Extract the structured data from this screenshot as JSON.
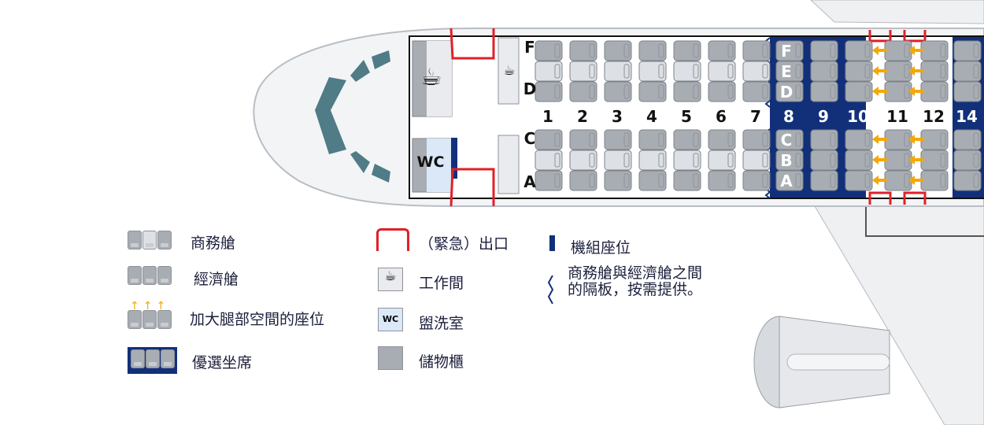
{
  "cabin": {
    "business_rows": [
      "1",
      "2",
      "3",
      "4",
      "5",
      "6",
      "7"
    ],
    "economy_rows": [
      "8",
      "9",
      "10",
      "11",
      "12",
      "14"
    ],
    "preferred_rows": [
      "8",
      "9",
      "10",
      "14"
    ],
    "extra_legroom_rows": [
      "11",
      "12"
    ],
    "letters_left": [
      "F",
      "D",
      "C",
      "A"
    ],
    "letters_row8": [
      "F",
      "E",
      "D",
      "C",
      "B",
      "A"
    ],
    "wc_label": "WC"
  },
  "colors": {
    "preferred": "#12307a",
    "seat": "#a8adb3",
    "business_middle": "#dde0e4",
    "exit": "#e02027",
    "arrow": "#f5a800",
    "crew": "#12307a"
  },
  "legend": {
    "business": "商務艙",
    "economy": "經濟艙",
    "legroom": "加大腿部空間的座位",
    "preferred": "優選坐席",
    "exit": "（緊急）出口",
    "galley": "工作間",
    "wc": "盥洗室",
    "wc_icon": "WC",
    "storage": "儲物櫃",
    "crew": "機組座位",
    "divider_line1": "商務艙與經濟艙之間",
    "divider_line2": "的隔板，按需提供。"
  }
}
